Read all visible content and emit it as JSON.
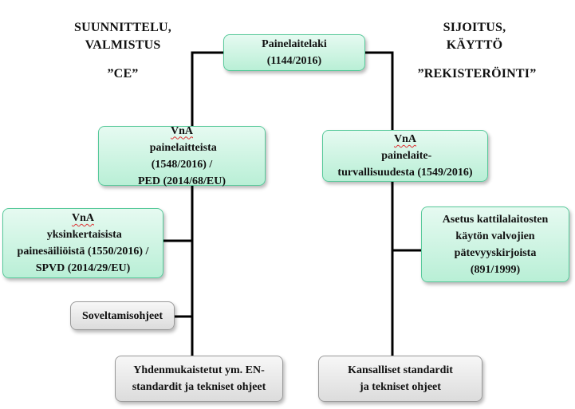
{
  "headings": {
    "left_line1": "SUUNNITTELU,",
    "left_line2": "VALMISTUS",
    "left_ce": "”CE”",
    "right_line1": "SIJOITUS,",
    "right_line2": "KÄYTTÖ",
    "right_reg": "”REKISTERÖINTI”"
  },
  "boxes": {
    "law": {
      "line1": "Painelaitelaki",
      "line2": "(1144/2016)"
    },
    "vna_paine": {
      "vna": "VnA",
      "line1_rest": " painelaitteista",
      "line2": "(1548/2016) /",
      "line3": "PED (2014/68/EU)"
    },
    "vna_turva": {
      "vna": "VnA",
      "line1_rest": " painelaite-",
      "line2": "turvallisuudesta (1549/2016)"
    },
    "vna_yks": {
      "vna": "VnA",
      "line1_rest": " yksinkertaisista",
      "line2": "painesäiliöistä (1550/2016) /",
      "line3": "SPVD (2014/29/EU)"
    },
    "asetus": {
      "line1": "Asetus kattilalaitosten",
      "line2": "käytön valvojien",
      "line3": "pätevyyskirjoista",
      "line4": "(891/1999)"
    },
    "soveltamis": {
      "line1": "Soveltamisohjeet"
    },
    "yhden": {
      "line1": "Yhdenmukaistetut ym. EN-",
      "line2": "standardit ja tekniset ohjeet"
    },
    "kansall": {
      "line1": "Kansalliset standardit",
      "line2": "ja tekniset ohjeet"
    }
  }
}
